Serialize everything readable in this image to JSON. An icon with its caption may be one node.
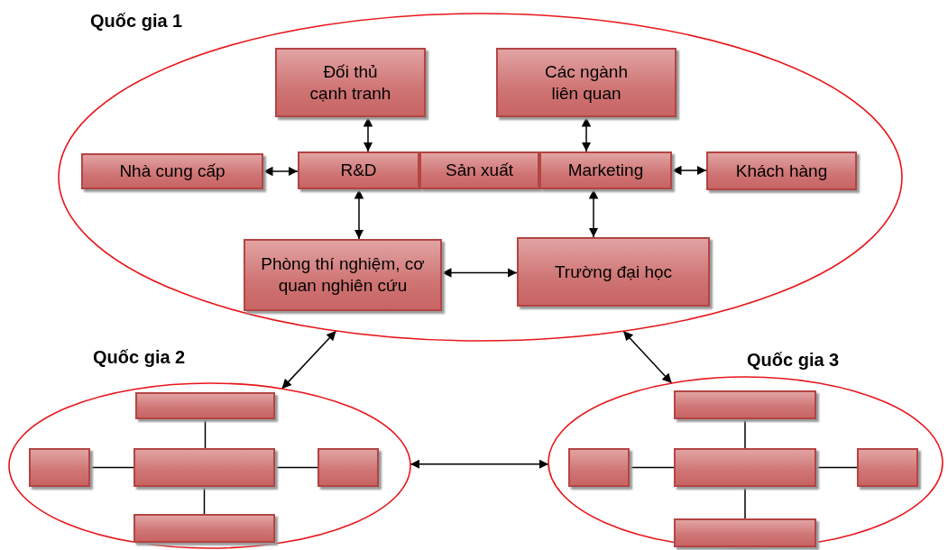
{
  "diagram": {
    "nodes": [
      {
        "text": [
          "Quốc gia 1"
        ]
      },
      {
        "text": [
          "Đối thủ cạnh tranh"
        ],
        "in": 0
      },
      {
        "text": [
          "Các ngành liên quan"
        ],
        "in": 0
      },
      {
        "text": [
          "Nhà cung cấp"
        ],
        "in": 0
      },
      {
        "text": [
          "R&D"
        ],
        "in": 0
      },
      {
        "text": [
          "Sản xuất"
        ],
        "in": 0
      },
      {
        "text": [
          "Marketing"
        ],
        "in": 0
      },
      {
        "text": [
          "Khách hàng"
        ],
        "in": 0
      },
      {
        "text": [
          "Phòng thí nghiệm, cơ quan nghiên cứu"
        ],
        "in": 0
      },
      {
        "text": [
          "Trường đại học"
        ],
        "in": 0
      },
      {
        "text": [
          "Quốc gia 2"
        ]
      },
      {
        "text": [],
        "shape": "box",
        "in": 10
      },
      {
        "text": [],
        "shape": "box",
        "in": 10
      },
      {
        "text": [],
        "shape": "box",
        "in": 10
      },
      {
        "text": [],
        "shape": "box",
        "in": 10
      },
      {
        "text": [],
        "shape": "box",
        "in": 10
      },
      {
        "text": [
          "Quốc gia 3"
        ]
      },
      {
        "text": [],
        "shape": "box",
        "in": 16
      },
      {
        "text": [],
        "shape": "box",
        "in": 16
      },
      {
        "text": [],
        "shape": "box",
        "in": 16
      },
      {
        "text": [],
        "shape": "box",
        "in": 16
      },
      {
        "text": [],
        "shape": "box",
        "in": 16
      }
    ],
    "edges": [
      {
        "from": 1,
        "to": 4,
        "arrow": "both"
      },
      {
        "from": 2,
        "to": 6,
        "arrow": "both"
      },
      {
        "from": 3,
        "to": 4,
        "arrow": "both"
      },
      {
        "from": 6,
        "to": 7,
        "arrow": "both"
      },
      {
        "from": 4,
        "to": 8,
        "arrow": "both"
      },
      {
        "from": 6,
        "to": 9,
        "arrow": "both"
      },
      {
        "from": 8,
        "to": 9,
        "arrow": "both"
      },
      {
        "from": 0,
        "to": 10,
        "arrow": "both"
      },
      {
        "from": 0,
        "to": 16,
        "arrow": "both"
      },
      {
        "from": 10,
        "to": 16,
        "arrow": "both"
      },
      {
        "from": 11,
        "to": 13,
        "arrow": "none"
      },
      {
        "from": 12,
        "to": 13,
        "arrow": "none"
      },
      {
        "from": 13,
        "to": 14,
        "arrow": "none"
      },
      {
        "from": 13,
        "to": 15,
        "arrow": "none"
      },
      {
        "from": 17,
        "to": 19,
        "arrow": "none"
      },
      {
        "from": 18,
        "to": 19,
        "arrow": "none"
      },
      {
        "from": 19,
        "to": 20,
        "arrow": "none"
      },
      {
        "from": 19,
        "to": 21,
        "arrow": "none"
      }
    ]
  }
}
